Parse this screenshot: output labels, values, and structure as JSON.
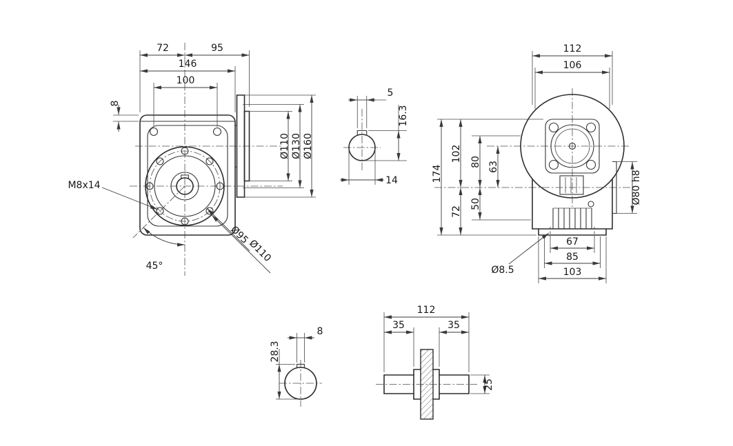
{
  "views": {
    "front": {
      "dims": {
        "w72": "72",
        "w95": "95",
        "w146": "146",
        "w100": "100",
        "off8": "8",
        "thread": "M8x14",
        "angle45": "45°",
        "dia95": "Ø95",
        "dia110_bolt_circle": "Ø110",
        "dia110_spigot": "Ø110",
        "dia130_bolt": "Ø130",
        "dia160_od": "Ø160"
      }
    },
    "input_shaft_section": {
      "dims": {
        "key_width": "5",
        "bore_plus_key": "16.3",
        "bore_dia": "14"
      }
    },
    "side": {
      "dims": {
        "w112": "112",
        "w106": "106",
        "h174": "174",
        "h102": "102",
        "h80": "80",
        "h63": "63",
        "h72": "72",
        "h50": "50",
        "hub_dia": "Ø80 h8",
        "base_hole_dia": "Ø8.5",
        "b67": "67",
        "b85": "85",
        "b103": "103"
      }
    },
    "output_bore_section": {
      "dims": {
        "key_width": "8",
        "bore_plus_key": "28.3"
      }
    },
    "output_shaft": {
      "dims": {
        "len112": "112",
        "left35": "35",
        "right35": "35",
        "dia25": "25"
      }
    }
  }
}
